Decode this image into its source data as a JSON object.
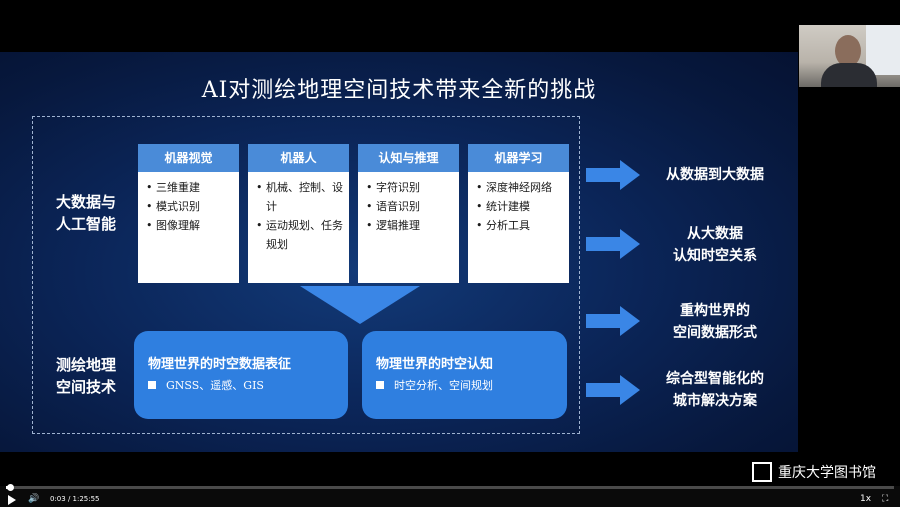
{
  "slide": {
    "title": "AI对测绘地理空间技术带来全新的挑战",
    "left_labels": [
      "大数据与\n人工智能",
      "测绘地理\n空间技术"
    ],
    "cards": [
      {
        "header": "机器视觉",
        "items": [
          "三维重建",
          "模式识别",
          "图像理解"
        ]
      },
      {
        "header": "机器人",
        "items": [
          "机械、控制、设计",
          "运动规划、任务规划"
        ]
      },
      {
        "header": "认知与推理",
        "items": [
          "字符识别",
          "语音识别",
          "逻辑推理"
        ]
      },
      {
        "header": "机器学习",
        "items": [
          "深度神经网络",
          "统计建模",
          "分析工具"
        ]
      }
    ],
    "bottom_boxes": [
      {
        "title": "物理世界的时空数据表征",
        "sub": "GNSS、遥感、GIS"
      },
      {
        "title": "物理世界的时空认知",
        "sub": "时空分析、空间规划"
      }
    ],
    "outcomes": [
      "从数据到大数据",
      "从大数据\n认知时空关系",
      "重构世界的\n空间数据形式",
      "综合型智能化的\n城市解决方案"
    ],
    "colors": {
      "card_header": "#4a8bd8",
      "box": "#2f7fe0",
      "arrow": "#3a86e6"
    }
  },
  "watermark": {
    "text": "重庆大学图书馆",
    "logo_icon": "library-logo-icon"
  },
  "player": {
    "time": "0:03 / 1:25:55",
    "speed": "1x",
    "progress": 0.004,
    "play_icon": "play-icon",
    "volume_icon": "volume-icon",
    "fullscreen_icon": "fullscreen-icon"
  }
}
